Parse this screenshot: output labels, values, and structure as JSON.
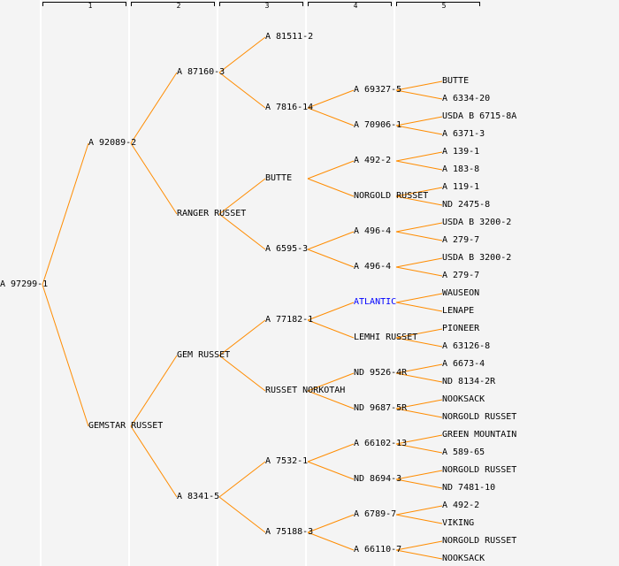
{
  "generations": [
    "1",
    "2",
    "3",
    "4",
    "5"
  ],
  "colors": {
    "line": "#ff8c00",
    "text": "#000000",
    "highlight": "#0000ff",
    "background": "#f4f4f4"
  },
  "tree": {
    "label": "A 97299-1",
    "children": [
      {
        "label": "A 92089-2",
        "children": [
          {
            "label": "A 87160-3",
            "children": [
              {
                "label": "A 81511-2",
                "children": []
              },
              {
                "label": "A 7816-14",
                "children": [
                  {
                    "label": "A 69327-5",
                    "children": [
                      {
                        "label": "BUTTE"
                      },
                      {
                        "label": "A 6334-20"
                      }
                    ]
                  },
                  {
                    "label": "A 70906-1",
                    "children": [
                      {
                        "label": "USDA B 6715-8A"
                      },
                      {
                        "label": "A 6371-3"
                      }
                    ]
                  }
                ]
              }
            ]
          },
          {
            "label": "RANGER RUSSET",
            "children": [
              {
                "label": "BUTTE",
                "children": [
                  {
                    "label": "A 492-2",
                    "children": [
                      {
                        "label": "A 139-1"
                      },
                      {
                        "label": "A 183-8"
                      }
                    ]
                  },
                  {
                    "label": "NORGOLD RUSSET",
                    "children": [
                      {
                        "label": "A 119-1"
                      },
                      {
                        "label": "ND 2475-8"
                      }
                    ]
                  }
                ]
              },
              {
                "label": "A 6595-3",
                "children": [
                  {
                    "label": "A 496-4",
                    "children": [
                      {
                        "label": "USDA B 3200-2"
                      },
                      {
                        "label": "A 279-7"
                      }
                    ]
                  },
                  {
                    "label": "A 496-4",
                    "children": [
                      {
                        "label": "USDA B 3200-2"
                      },
                      {
                        "label": "A 279-7"
                      }
                    ]
                  }
                ]
              }
            ]
          }
        ]
      },
      {
        "label": "GEMSTAR RUSSET",
        "children": [
          {
            "label": "GEM RUSSET",
            "children": [
              {
                "label": "A 77182-1",
                "children": [
                  {
                    "label": "ATLANTIC",
                    "highlight": true,
                    "children": [
                      {
                        "label": "WAUSEON"
                      },
                      {
                        "label": "LENAPE"
                      }
                    ]
                  },
                  {
                    "label": "LEMHI RUSSET",
                    "children": [
                      {
                        "label": "PIONEER"
                      },
                      {
                        "label": "A 63126-8"
                      }
                    ]
                  }
                ]
              },
              {
                "label": "RUSSET NORKOTAH",
                "children": [
                  {
                    "label": "ND 9526-4R",
                    "children": [
                      {
                        "label": "A 6673-4"
                      },
                      {
                        "label": "ND 8134-2R"
                      }
                    ]
                  },
                  {
                    "label": "ND 9687-5R",
                    "children": [
                      {
                        "label": "NOOKSACK"
                      },
                      {
                        "label": "NORGOLD RUSSET"
                      }
                    ]
                  }
                ]
              }
            ]
          },
          {
            "label": "A 8341-5",
            "children": [
              {
                "label": "A 7532-1",
                "children": [
                  {
                    "label": "A 66102-13",
                    "children": [
                      {
                        "label": "GREEN MOUNTAIN"
                      },
                      {
                        "label": "A 589-65"
                      }
                    ]
                  },
                  {
                    "label": "ND 8694-3",
                    "children": [
                      {
                        "label": "NORGOLD RUSSET"
                      },
                      {
                        "label": "ND 7481-10"
                      }
                    ]
                  }
                ]
              },
              {
                "label": "A 75188-3",
                "children": [
                  {
                    "label": "A 6789-7",
                    "children": [
                      {
                        "label": "A 492-2"
                      },
                      {
                        "label": "VIKING"
                      }
                    ]
                  },
                  {
                    "label": "A 66110-7",
                    "children": [
                      {
                        "label": "NORGOLD RUSSET"
                      },
                      {
                        "label": "NOOKSACK"
                      }
                    ]
                  }
                ]
              }
            ]
          }
        ]
      }
    ]
  }
}
